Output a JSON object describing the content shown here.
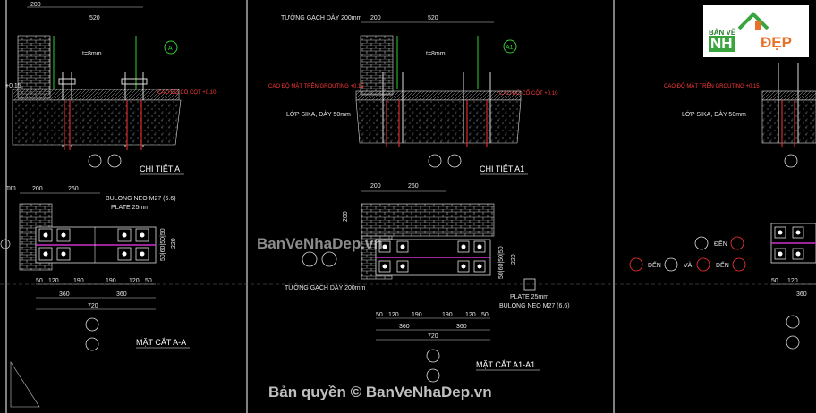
{
  "colors": {
    "background": "#000000",
    "line": "#ffffff",
    "red": "#ff3333",
    "green": "#33cc33",
    "magenta": "#cc33cc",
    "grid": "#555555"
  },
  "panel_a": {
    "dim_top": "520",
    "thickness": "t=8mm",
    "axis_label": "A",
    "level_note": "CAO ĐỘ CỔ CỘT +0.10",
    "level_left": "+0.15",
    "detail_title": "CHI TIẾT A",
    "bolt_note": "BULONG NEO M27 (6.6)",
    "plate_note": "PLATE 25mm",
    "dims_plan_top": [
      "200",
      "260"
    ],
    "dims_plan_right": "50|60|50|50",
    "dim_220": "220",
    "dims_row1": [
      "50",
      "120",
      "190",
      "190",
      "120",
      "50"
    ],
    "dims_row2": [
      "360",
      "360"
    ],
    "dim_total": "720",
    "section_title": "MẶT CẮT A-A",
    "mm_label": "mm"
  },
  "panel_a1": {
    "wall_top": "TƯỜNG GẠCH DÀY 200mm",
    "dims_top": [
      "200",
      "520"
    ],
    "axis_label": "A1",
    "thickness": "t=8mm",
    "grouting_note": "CAO ĐỘ MẶT TRÊN GROUTING +0.15",
    "level_note": "CAO ĐỘ CỔ CỘT +0.10",
    "sika_note": "LỚP SIKA, DÀY 50mm",
    "detail_title": "CHI TIẾT A1",
    "dims_plan_top": [
      "200",
      "260"
    ],
    "dim_200": "200",
    "dims_plan_right": "50|60|50|50",
    "dim_220": "220",
    "wall_bottom": "TƯỜNG GẠCH DÀY 200mm",
    "plate_note": "PLATE 25mm",
    "bolt_note": "BULONG NEO M27 (6.6)",
    "dims_row1": [
      "50",
      "120",
      "190",
      "190",
      "120",
      "50"
    ],
    "dims_row2": [
      "360",
      "360"
    ],
    "dim_total": "720",
    "section_title": "MẶT CẮT A1-A1"
  },
  "panel_right": {
    "grouting_note": "CAO ĐỘ MẶT TRÊN GROUTING +0.15",
    "sika_note": "LỚP SIKA, DÀY 50mm",
    "den_1": "ĐẾN",
    "den_2": "ĐẾN",
    "va": "VÀ",
    "den_3": "ĐẾN",
    "dims_row1": [
      "50",
      "120"
    ],
    "dim_360": "360"
  },
  "watermarks": {
    "center": "BanVeNhaDep.vn",
    "copyright": "Bản quyền © BanVeNhaDep.vn"
  },
  "logo": {
    "top": "BẢN VẼ",
    "nh": "NH",
    "dep": "ĐẸP"
  }
}
